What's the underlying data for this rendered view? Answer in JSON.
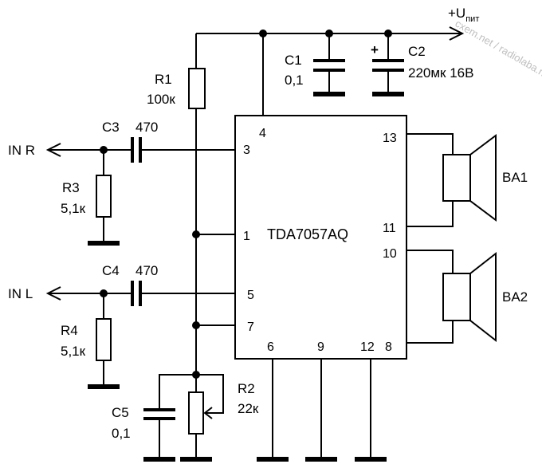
{
  "supply": {
    "label": "+U",
    "sub": "пит"
  },
  "watermark": "cxem.net / radiolaba.net",
  "ic": {
    "name": "TDA7057AQ",
    "pins": {
      "p1": "1",
      "p3": "3",
      "p4": "4",
      "p5": "5",
      "p6": "6",
      "p7": "7",
      "p8": "8",
      "p9": "9",
      "p10": "10",
      "p11": "11",
      "p12": "12",
      "p13": "13"
    }
  },
  "inputs": {
    "right": "IN R",
    "left": "IN L"
  },
  "components": {
    "r1": {
      "ref": "R1",
      "value": "100к"
    },
    "r2": {
      "ref": "R2",
      "value": "22к"
    },
    "r3": {
      "ref": "R3",
      "value": "5,1к"
    },
    "r4": {
      "ref": "R4",
      "value": "5,1к"
    },
    "c1": {
      "ref": "C1",
      "value": "0,1"
    },
    "c2": {
      "ref": "C2",
      "value": "220мк 16В",
      "polarity": "+"
    },
    "c3": {
      "ref": "C3",
      "value": "470"
    },
    "c4": {
      "ref": "C4",
      "value": "470"
    },
    "c5": {
      "ref": "C5",
      "value": "0,1"
    },
    "ba1": {
      "ref": "BA1"
    },
    "ba2": {
      "ref": "BA2"
    }
  }
}
